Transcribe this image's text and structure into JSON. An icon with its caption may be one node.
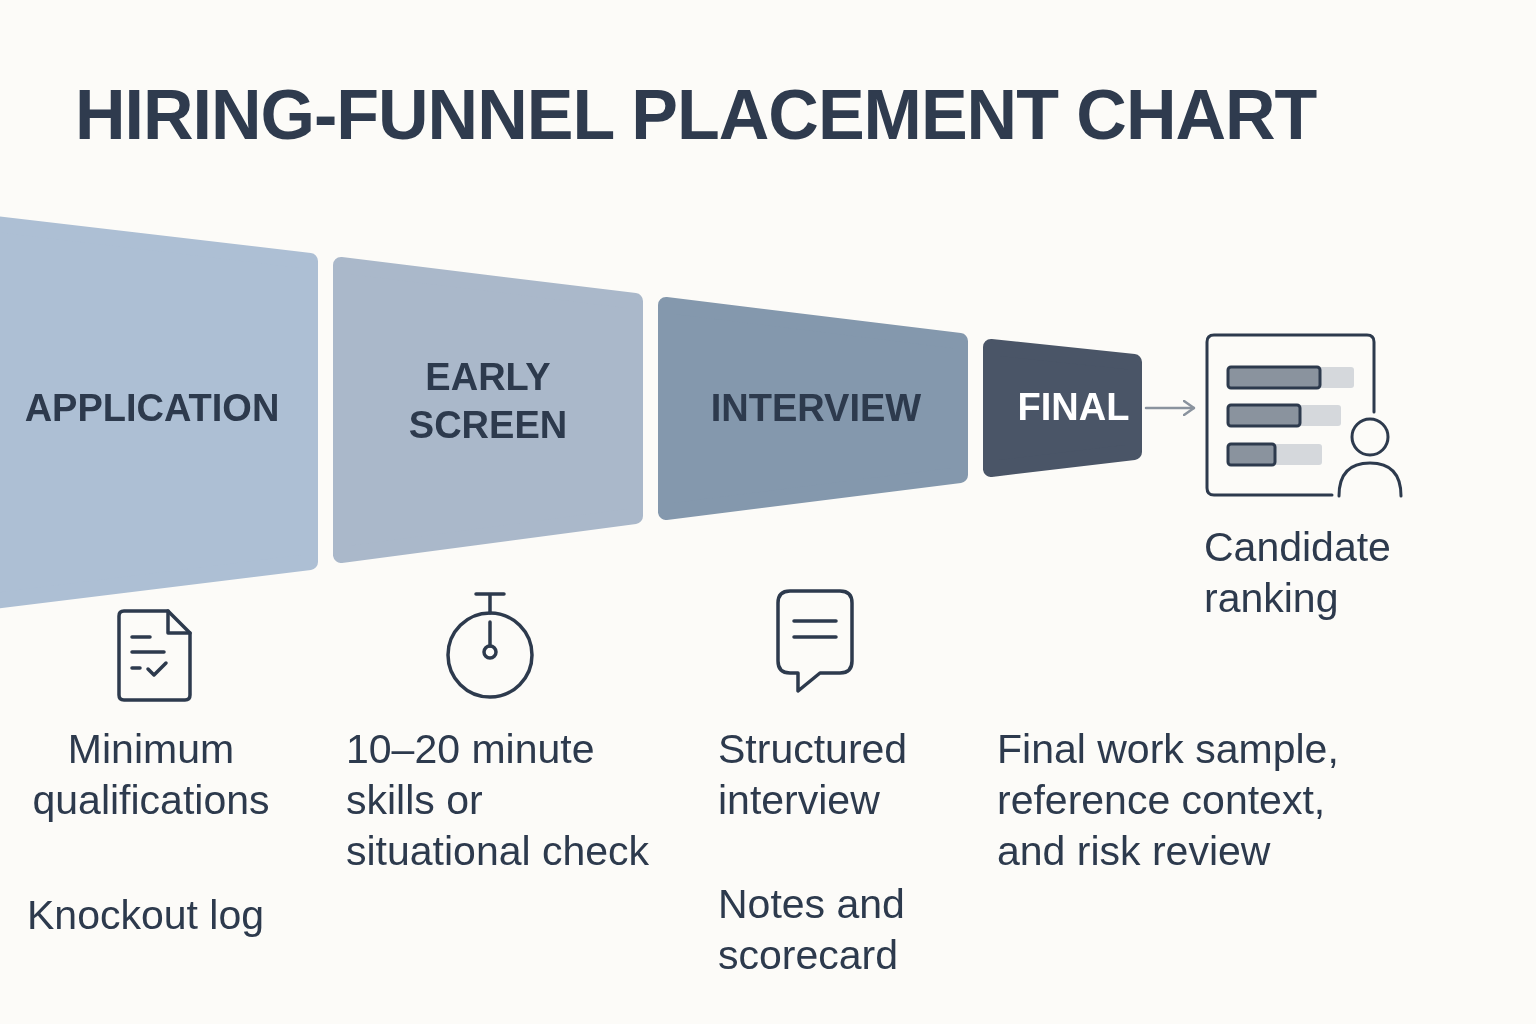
{
  "diagram": {
    "title": "HIRING-FUNNEL PLACEMENT CHART",
    "nodes": [
      {
        "text": [
          "APPLICATION"
        ]
      },
      {
        "text": [
          "EARLY SCREEN"
        ]
      },
      {
        "text": [
          "INTERVIEW"
        ]
      },
      {
        "text": [
          "FINAL"
        ]
      },
      {
        "text": [
          "Candidate ranking"
        ]
      }
    ],
    "edges": [
      {
        "from": 3,
        "to": 4,
        "arrow": "to"
      }
    ],
    "labels": [
      "Minimum qualifications",
      "10–20 minute skills or situational check",
      "Structured interview",
      "Final work sample, reference context, and risk review",
      "Knockout log",
      "Notes and scorecard"
    ]
  }
}
